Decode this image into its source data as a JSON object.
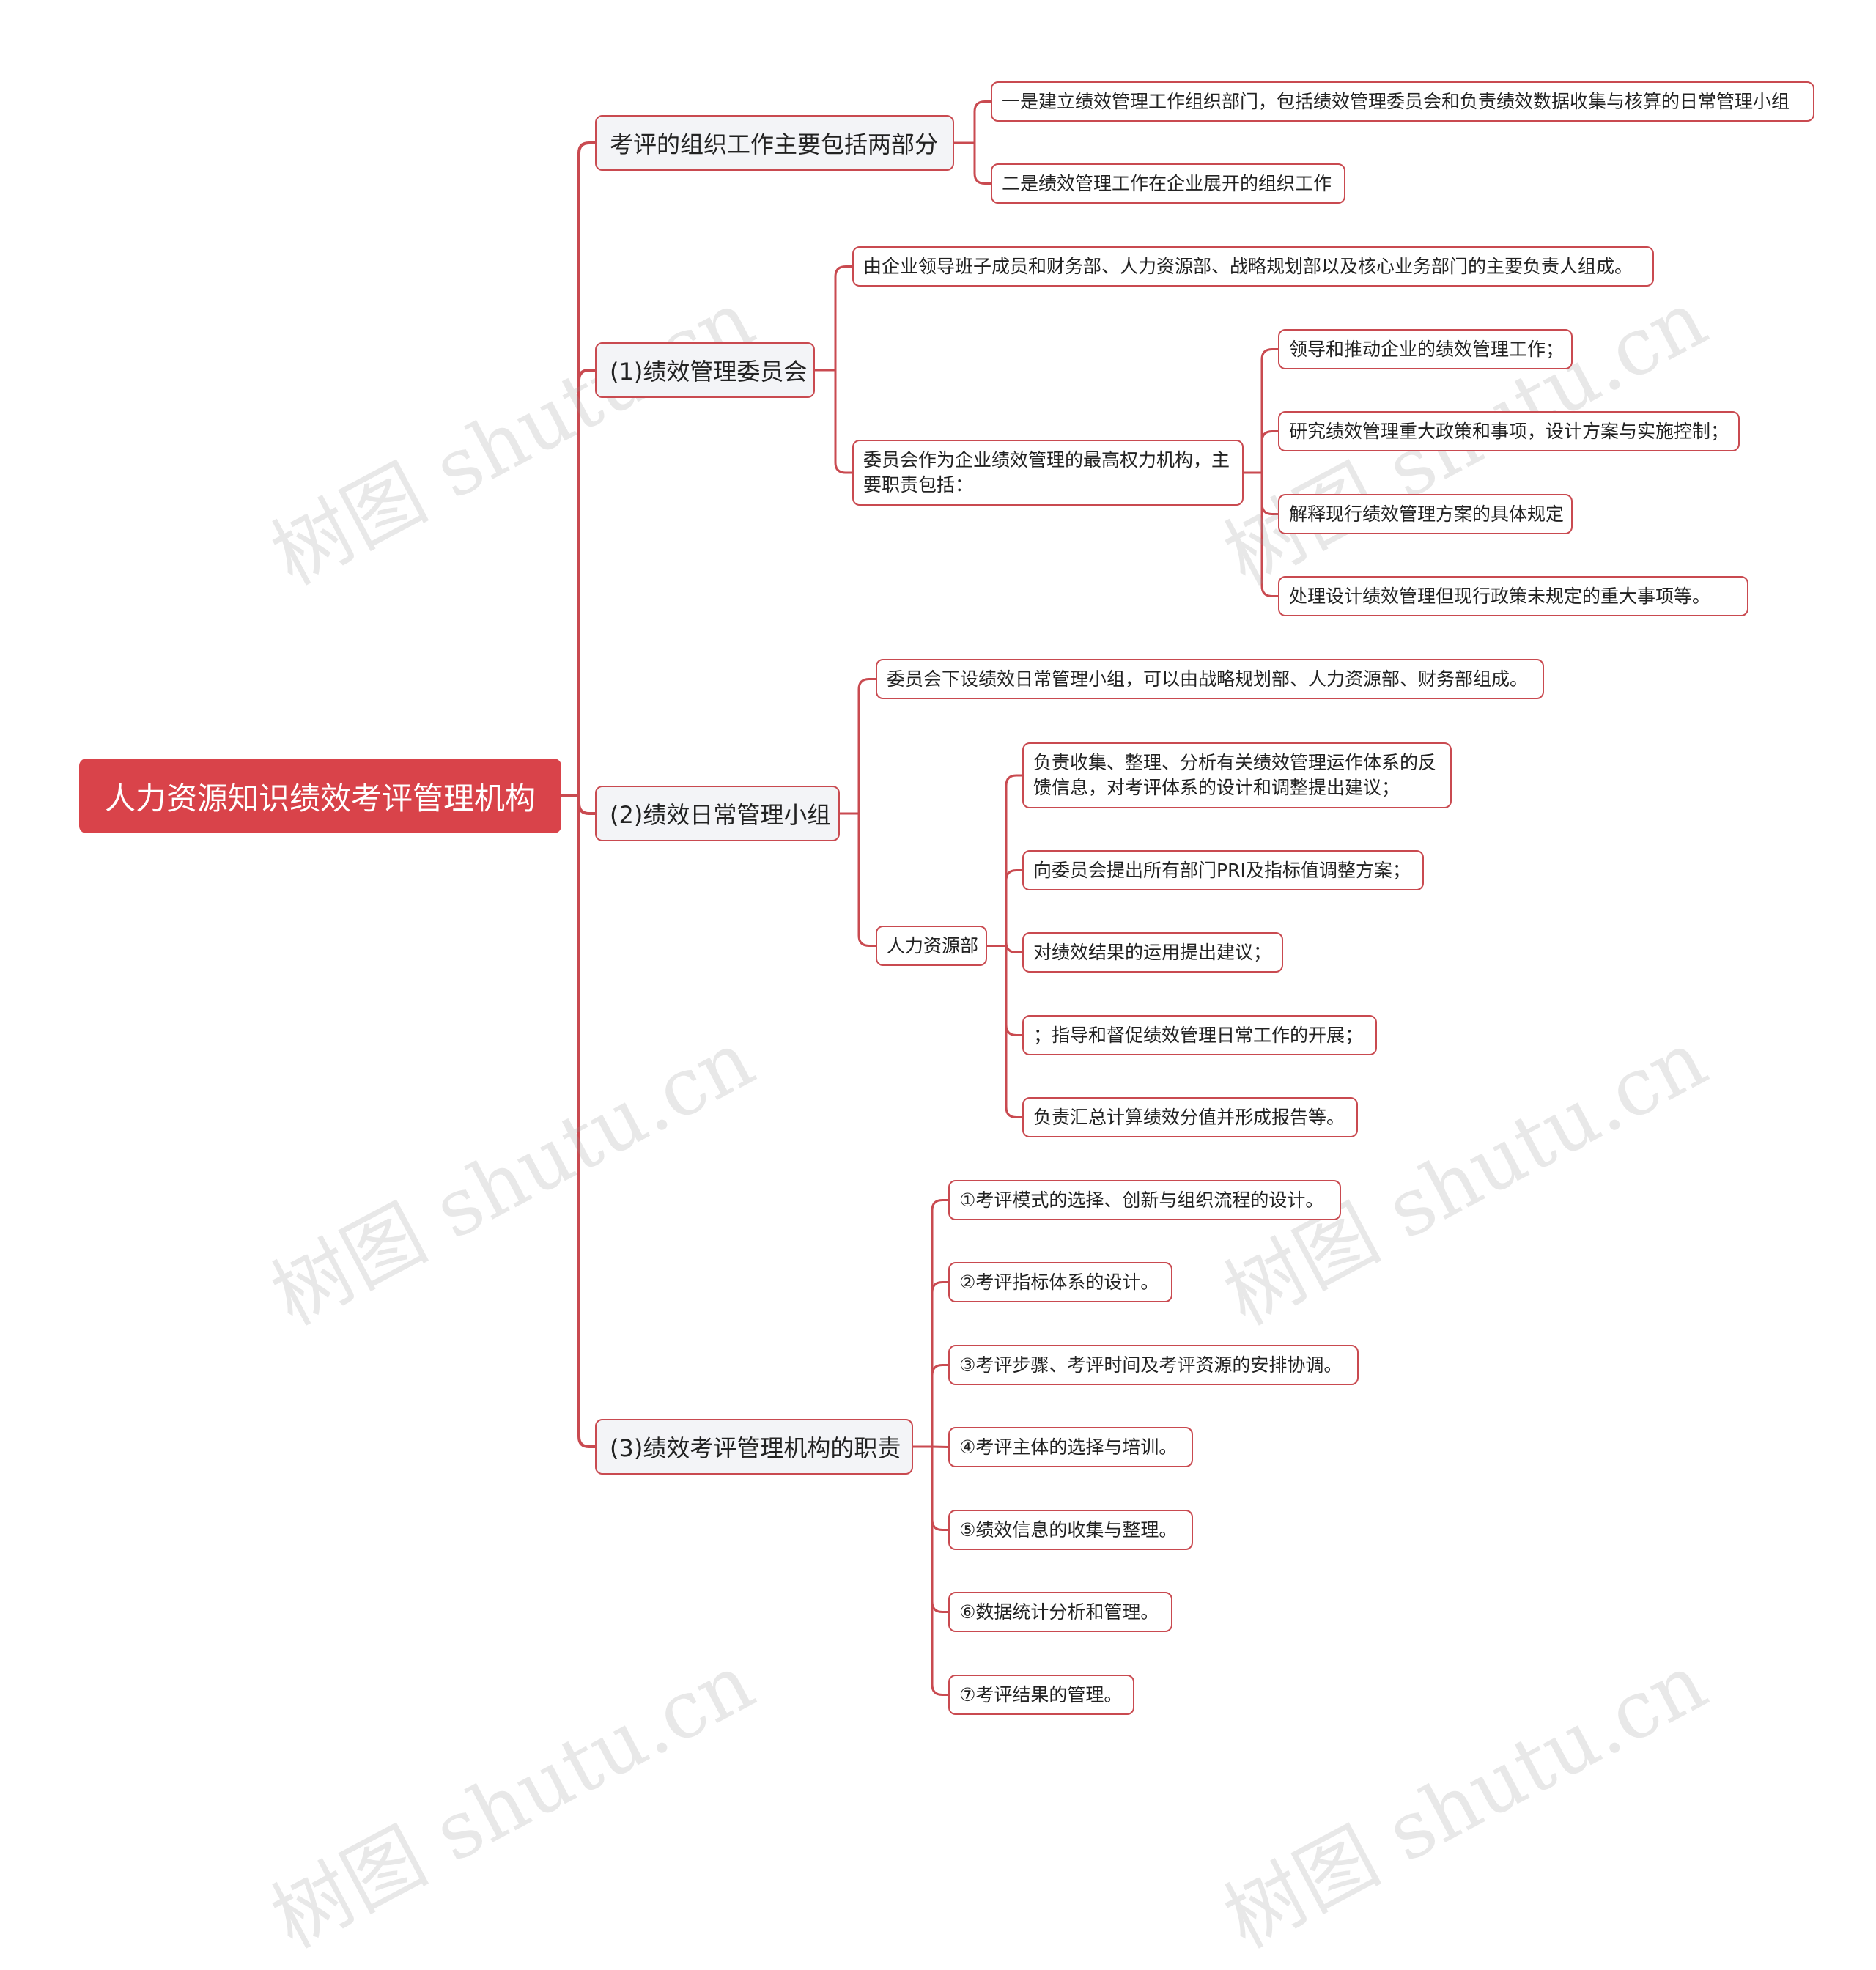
{
  "accent_color": "#d9434a",
  "line_color": "#c94a50",
  "root": {
    "label": "人力资源知识绩效考评管理机构"
  },
  "branch_org": {
    "label": "考评的组织工作主要包括两部分",
    "items": [
      "一是建立绩效管理工作组织部门，包括绩效管理委员会和负责绩效数据收集与核算的日常管理小组",
      "二是绩效管理工作在企业展开的组织工作"
    ]
  },
  "branch_committee": {
    "label": "(1)绩效管理委员会",
    "composition": "由企业领导班子成员和财务部、人力资源部、战略规划部以及核心业务部门的主要负责人组成。",
    "duties_label": "委员会作为企业绩效管理的最高权力机构，主要职责包括：",
    "duties": [
      "领导和推动企业的绩效管理工作；",
      "研究绩效管理重大政策和事项，设计方案与实施控制；",
      "解释现行绩效管理方案的具体规定",
      "处理设计绩效管理但现行政策未规定的重大事项等。"
    ]
  },
  "branch_group": {
    "label": "(2)绩效日常管理小组",
    "composition": "委员会下设绩效日常管理小组，可以由战略规划部、人力资源部、财务部组成。",
    "hr_label": "人力资源部",
    "hr_duties": [
      "负责收集、整理、分析有关绩效管理运作体系的反馈信息，对考评体系的设计和调整提出建议；",
      "向委员会提出所有部门PRI及指标值调整方案；",
      "对绩效结果的运用提出建议；",
      "；指导和督促绩效管理日常工作的开展；",
      "负责汇总计算绩效分值并形成报告等。"
    ]
  },
  "branch_duties": {
    "label": "(3)绩效考评管理机构的职责",
    "items": [
      "①考评模式的选择、创新与组织流程的设计。",
      "②考评指标体系的设计。",
      "③考评步骤、考评时间及考评资源的安排协调。",
      "④考评主体的选择与培训。",
      "⑤绩效信息的收集与整理。",
      "⑥数据统计分析和管理。",
      "⑦考评结果的管理。"
    ]
  },
  "watermark": "树图 shutu.cn"
}
